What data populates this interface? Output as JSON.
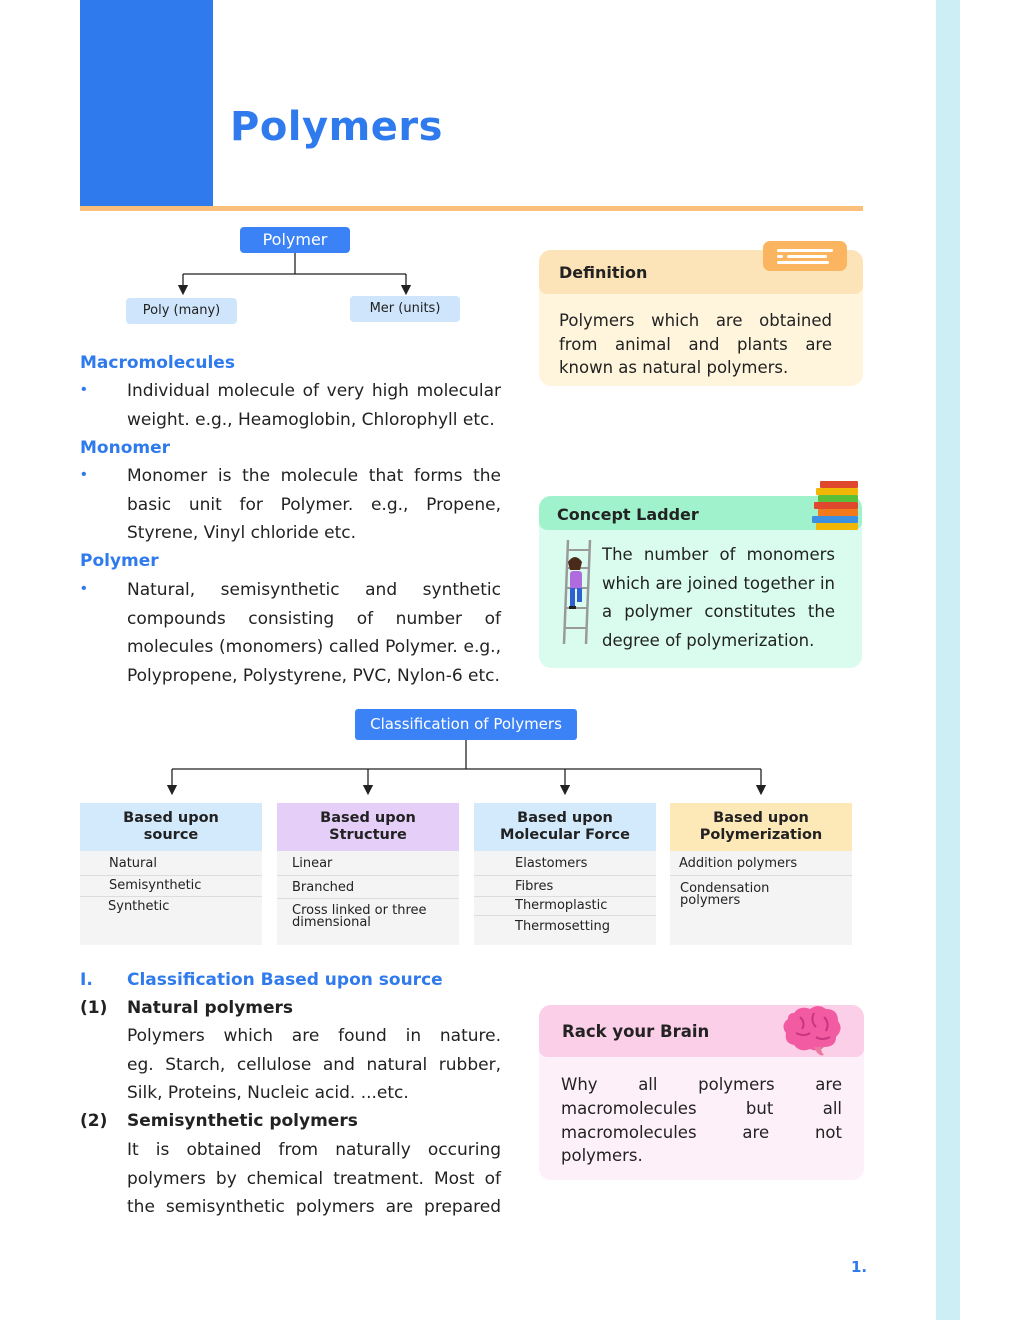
{
  "page": {
    "title": "Polymers",
    "page_number": "1.",
    "accent": "#2f7aec",
    "rule_color": "#fbbf7c",
    "side_strip_color": "#cdeef5"
  },
  "polymer_tree": {
    "root": "Polymer",
    "left": "Poly (many)",
    "right": "Mer (units)"
  },
  "sections": {
    "macromolecules": {
      "heading": "Macromolecules",
      "text": "Individual molecule of very high molecular weight. e.g., Heamoglobin, Chlorophyll etc."
    },
    "monomer": {
      "heading": "Monomer",
      "text": "Monomer is the molecule that forms the basic unit for Polymer. e.g., Propene, Styrene, Vinyl chloride etc."
    },
    "polymer": {
      "heading": "Polymer",
      "text": "Natural, semisynthetic and synthetic compounds consisting of number of molecules (monomers) called Polymer. e.g., Polypropene, Polystyrene, PVC, Nylon-6 etc."
    },
    "bullet": "•"
  },
  "definition": {
    "title": "Definition",
    "text": "Polymers which are obtained from animal and plants are known as natural polymers.",
    "header_color": "#fde3b8",
    "body_color": "#fff4dc"
  },
  "concept_ladder": {
    "title": "Concept Ladder",
    "text": "The number of monomers which are joined together in a polymer constitutes the degree of polymerization.",
    "icons": [
      "books-icon",
      "ladder-girl-icon"
    ],
    "header_color": "#a0f2cd",
    "body_color": "#dafcef"
  },
  "classification": {
    "title": "Classification of Polymers",
    "categories": [
      {
        "heading_1": "Based upon",
        "heading_2": "source",
        "color": "#d2eafc",
        "items": [
          "Natural",
          "Semisynthetic",
          "Synthetic"
        ]
      },
      {
        "heading_1": "Based upon",
        "heading_2": "Structure",
        "color": "#e5cff8",
        "items": [
          "Linear",
          "Branched",
          "Cross linked or three",
          "dimensional"
        ]
      },
      {
        "heading_1": "Based upon",
        "heading_2": "Molecular Force",
        "color": "#d2eafc",
        "items": [
          "Elastomers",
          "Fibres",
          "Thermoplastic",
          "Thermosetting"
        ]
      },
      {
        "heading_1": "Based upon",
        "heading_2": "Polymerization",
        "color": "#fde8b8",
        "items": [
          "Addition polymers",
          "Condensation",
          "polymers"
        ]
      }
    ]
  },
  "source_section": {
    "number": "I.",
    "heading": "Classification Based upon source",
    "items": [
      {
        "number": "(1)",
        "heading": "Natural polymers",
        "lines": [
          "Polymers which are found in nature.",
          "eg. Starch, cellulose and natural rubber,",
          "Silk, Proteins, Nucleic acid.   ...etc."
        ]
      },
      {
        "number": "(2)",
        "heading": "Semisynthetic polymers",
        "lines": [
          "It is obtained from naturally occuring",
          "polymers by chemical treatment. Most of",
          "the semisynthetic polymers are prepared"
        ]
      }
    ]
  },
  "rack_brain": {
    "title": "Rack your Brain",
    "text": "Why all polymers are macromolecules but all macromolecules are not polymers.",
    "icon": "brain-icon",
    "header_color": "#fccfe9",
    "body_color": "#fdf0f8"
  }
}
